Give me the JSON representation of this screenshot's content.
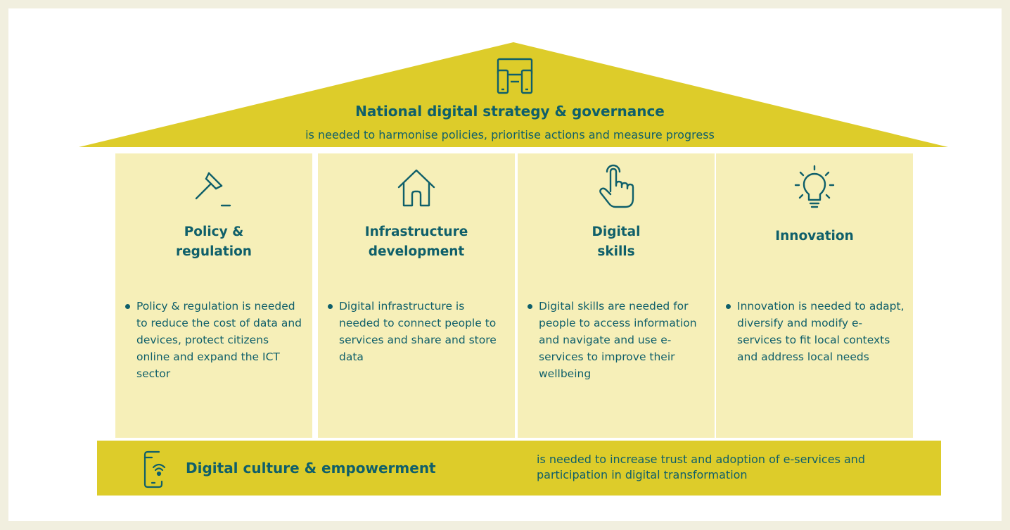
{
  "roof": {
    "title": "National digital strategy & governance",
    "subtitle": "is needed to harmonise policies, prioritise actions and measure progress",
    "icon": "devices-icon"
  },
  "pillars": [
    {
      "icon": "gavel-icon",
      "title": "Policy &\nregulation",
      "text": "Policy & regulation is needed to reduce the cost of data and devices, protect citizens online and expand the ICT sector"
    },
    {
      "icon": "house-icon",
      "title": "Infrastructure\ndevelopment",
      "text": "Digital infrastructure is needed to connect people to services and share and store data"
    },
    {
      "icon": "touch-hand-icon",
      "title": "Digital\nskills",
      "text": "Digital skills are needed for people to access information and navigate and use e-services to improve their wellbeing"
    },
    {
      "icon": "lightbulb-icon",
      "title": "Innovation",
      "text": "Innovation is needed to adapt, diversify and modify e-services to fit local contexts and address local needs"
    }
  ],
  "base": {
    "title": "Digital culture & empowerment",
    "text": "is needed to increase trust and adoption of e-services and participation in digital transformation",
    "icon": "phone-wifi-icon"
  },
  "colors": {
    "roof": "#ddcc2a",
    "pillar": "#f6efb8",
    "text": "#0f5f6a",
    "page_border": "#f1efdf"
  }
}
